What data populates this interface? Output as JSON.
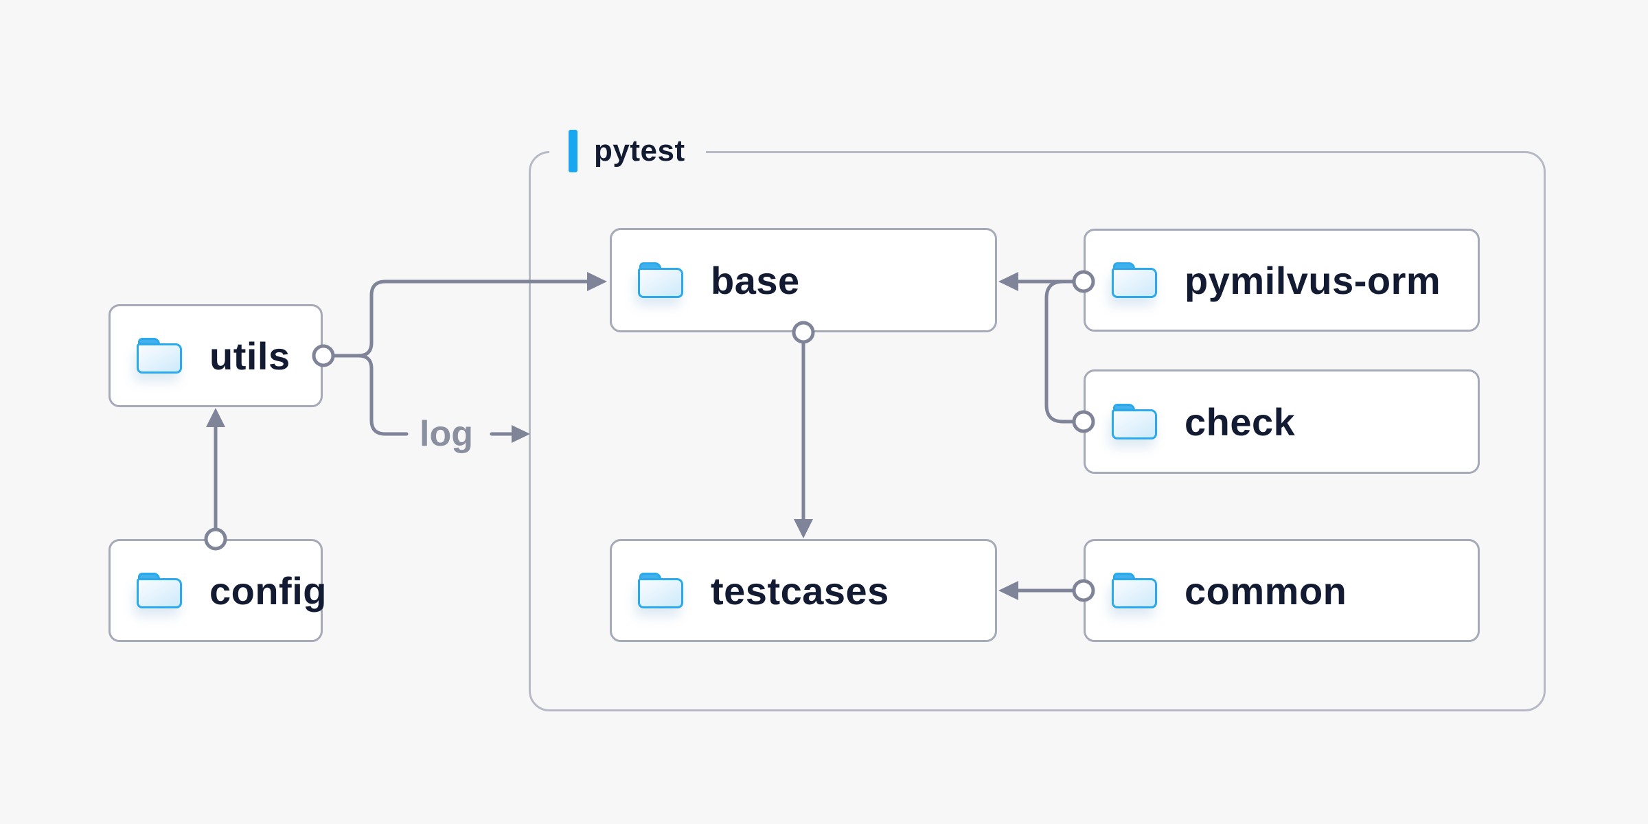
{
  "diagram": {
    "group": {
      "title": "pytest"
    },
    "nodes": {
      "utils": {
        "label": "utils",
        "icon": "folder-icon"
      },
      "config": {
        "label": "config",
        "icon": "folder-icon"
      },
      "base": {
        "label": "base",
        "icon": "folder-icon"
      },
      "pymilvus_orm": {
        "label": "pymilvus-orm",
        "icon": "folder-icon"
      },
      "check": {
        "label": "check",
        "icon": "folder-icon"
      },
      "testcases": {
        "label": "testcases",
        "icon": "folder-icon"
      },
      "common": {
        "label": "common",
        "icon": "folder-icon"
      }
    },
    "edges": [
      {
        "from": "config",
        "to": "utils",
        "label": ""
      },
      {
        "from": "utils",
        "to": "base",
        "label": ""
      },
      {
        "from": "utils",
        "to": "pytest-group",
        "label": "log"
      },
      {
        "from": "pymilvus-orm",
        "to": "base",
        "label": ""
      },
      {
        "from": "check",
        "to": "base",
        "label": ""
      },
      {
        "from": "base",
        "to": "testcases",
        "label": ""
      },
      {
        "from": "common",
        "to": "testcases",
        "label": ""
      }
    ],
    "edge_labels": {
      "log": "log"
    },
    "colors": {
      "background": "#f7f7f8",
      "accent_blue": "#18a7f0",
      "folder_blue": "#2aa9ec",
      "connector_gray": "#7f8498",
      "node_border": "#a5a9b8",
      "group_border": "#b7bac6",
      "text_dark": "#131b33",
      "label_muted": "#8b90a0"
    }
  }
}
